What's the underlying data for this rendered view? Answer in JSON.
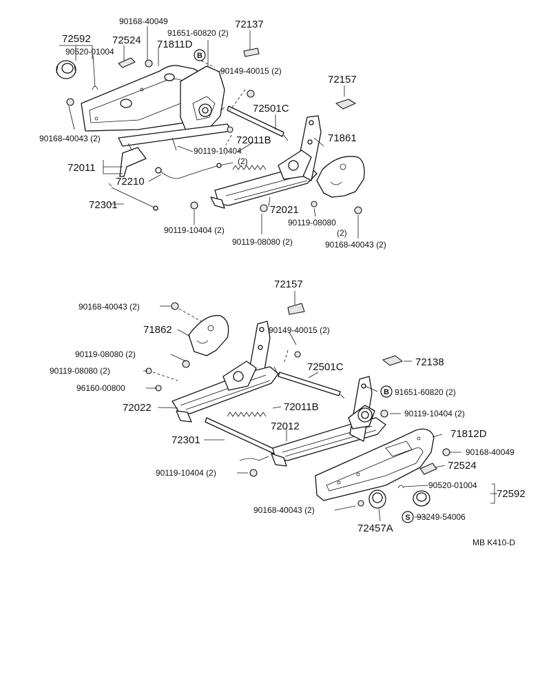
{
  "labels": {
    "l01": "90168-40049",
    "l02": "72137",
    "l03": "72592",
    "l04": "72524",
    "l05": "91651-60820 (2)",
    "l06": "71811D",
    "l07": "90520-01004",
    "l08": "90149-40015 (2)",
    "l09": "72157",
    "l10": "72501C",
    "l11": "90168-40043 (2)",
    "l12": "72011B",
    "l13": "71861",
    "l14": "90119-10404",
    "l15": "(2)",
    "l16": "72011",
    "l17": "72210",
    "l18": "72301",
    "l19": "72021",
    "l20": "90119-08080",
    "l21": "(2)",
    "l22": "90119-10404 (2)",
    "l23": "90119-08080 (2)",
    "l24": "90168-40043 (2)",
    "l25": "72157",
    "l26": "90168-40043 (2)",
    "l27": "71862",
    "l28": "90149-40015 (2)",
    "l29": "90119-08080 (2)",
    "l30": "72501C",
    "l31": "72138",
    "l32": "90119-08080 (2)",
    "l33": "96160-00800",
    "l34": "91651-60820 (2)",
    "l35": "72022",
    "l36": "72011B",
    "l37": "90119-10404 (2)",
    "l38": "72012",
    "l39": "71812D",
    "l40": "72301",
    "l41": "90168-40049",
    "l42": "90119-10404 (2)",
    "l43": "72524",
    "l44": "90520-01004",
    "l45": "72592",
    "l46": "90168-40043 (2)",
    "l47": "93249-54006",
    "l48": "72457A",
    "code": "MB  K410-D"
  },
  "markers": {
    "b_top": "B",
    "b_bottom": "B",
    "s_bottom": "S"
  }
}
